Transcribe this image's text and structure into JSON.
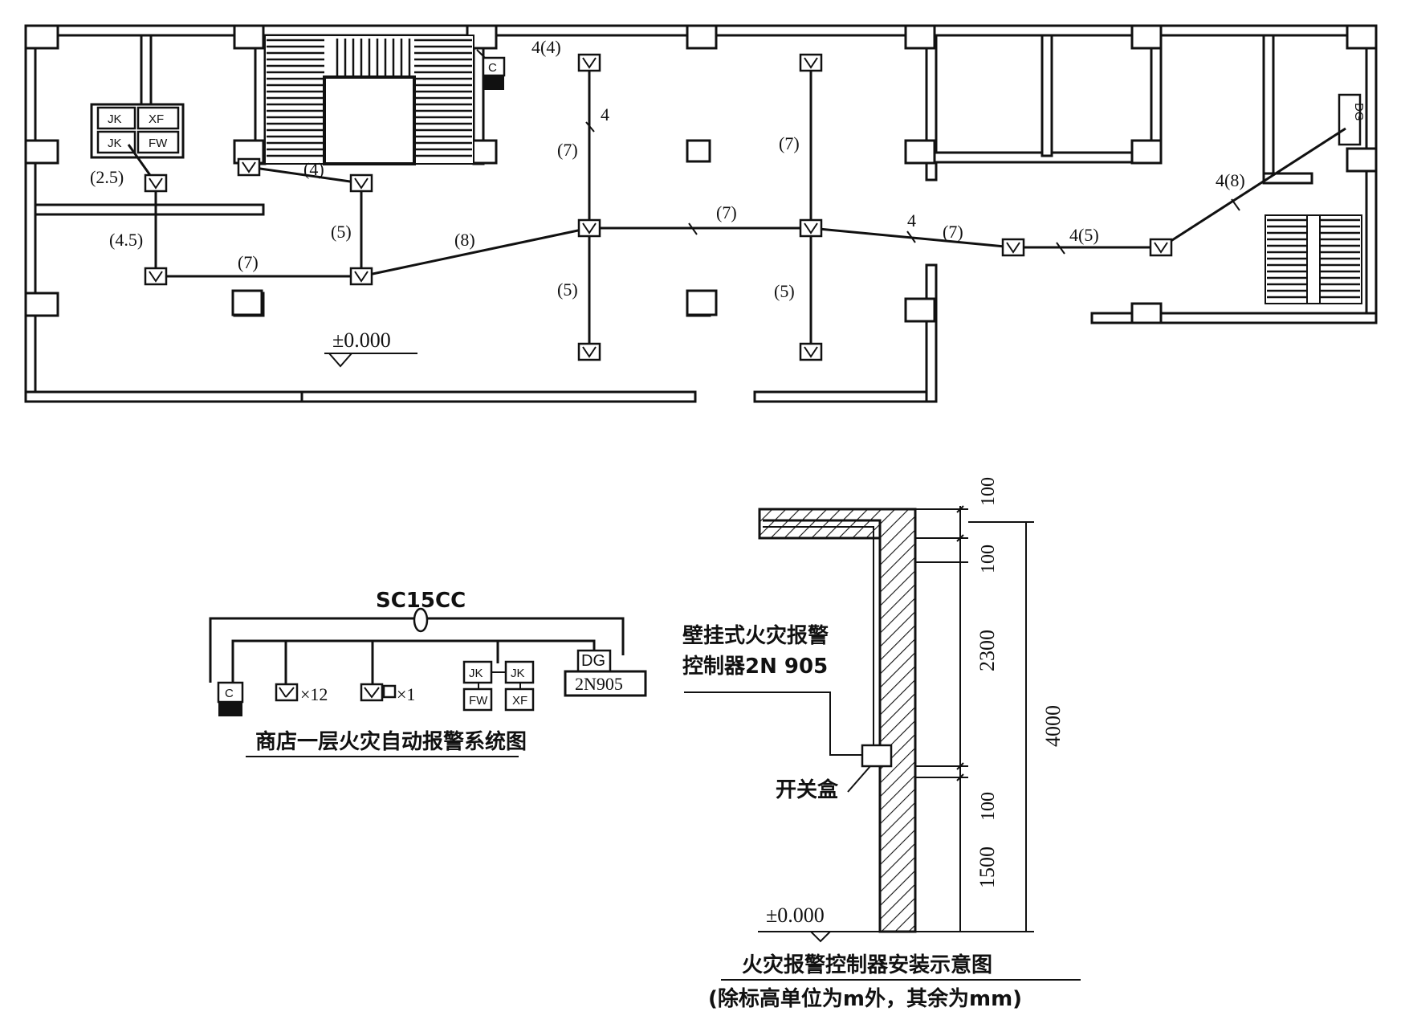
{
  "floor_plan": {
    "elevation": "±0.000",
    "wire_labels": {
      "w1": "(2.5)",
      "w2": "(4.5)",
      "w3": "(7)",
      "w4": "(4)",
      "w5": "(5)",
      "w6": "(8)",
      "w7": "4(4)",
      "w8": "4",
      "w9": "(7)",
      "w10": "(5)",
      "w11": "(7)",
      "w12": "(7)",
      "w13": "(5)",
      "w14": "4",
      "w15": "(7)",
      "w16": "4(5)",
      "w17": "4(8)"
    },
    "device_labels": {
      "jk": "JK",
      "xf": "XF",
      "fw": "FW",
      "c": "C",
      "dg": "DG"
    }
  },
  "system_diagram": {
    "conduit": "SC15CC",
    "count_12": "×12",
    "count_1": "×1",
    "jk1": "JK",
    "jk2": "JK",
    "fw": "FW",
    "xf": "XF",
    "dg": "DG",
    "panel": "2N905",
    "c": "C",
    "title": "商店一层火灾自动报警系统图"
  },
  "install_diagram": {
    "dim_100_top": "100",
    "dim_100_mid": "100",
    "dim_2300": "2300",
    "dim_4000": "4000",
    "dim_100_low": "100",
    "dim_1500": "1500",
    "controller_label_1": "壁挂式火灾报警",
    "controller_label_2": "控制器2N 905",
    "switch_box": "开关盒",
    "elevation": "±0.000",
    "title": "火灾报警控制器安装示意图",
    "note": "(除标高单位为m外，其余为mm)"
  }
}
